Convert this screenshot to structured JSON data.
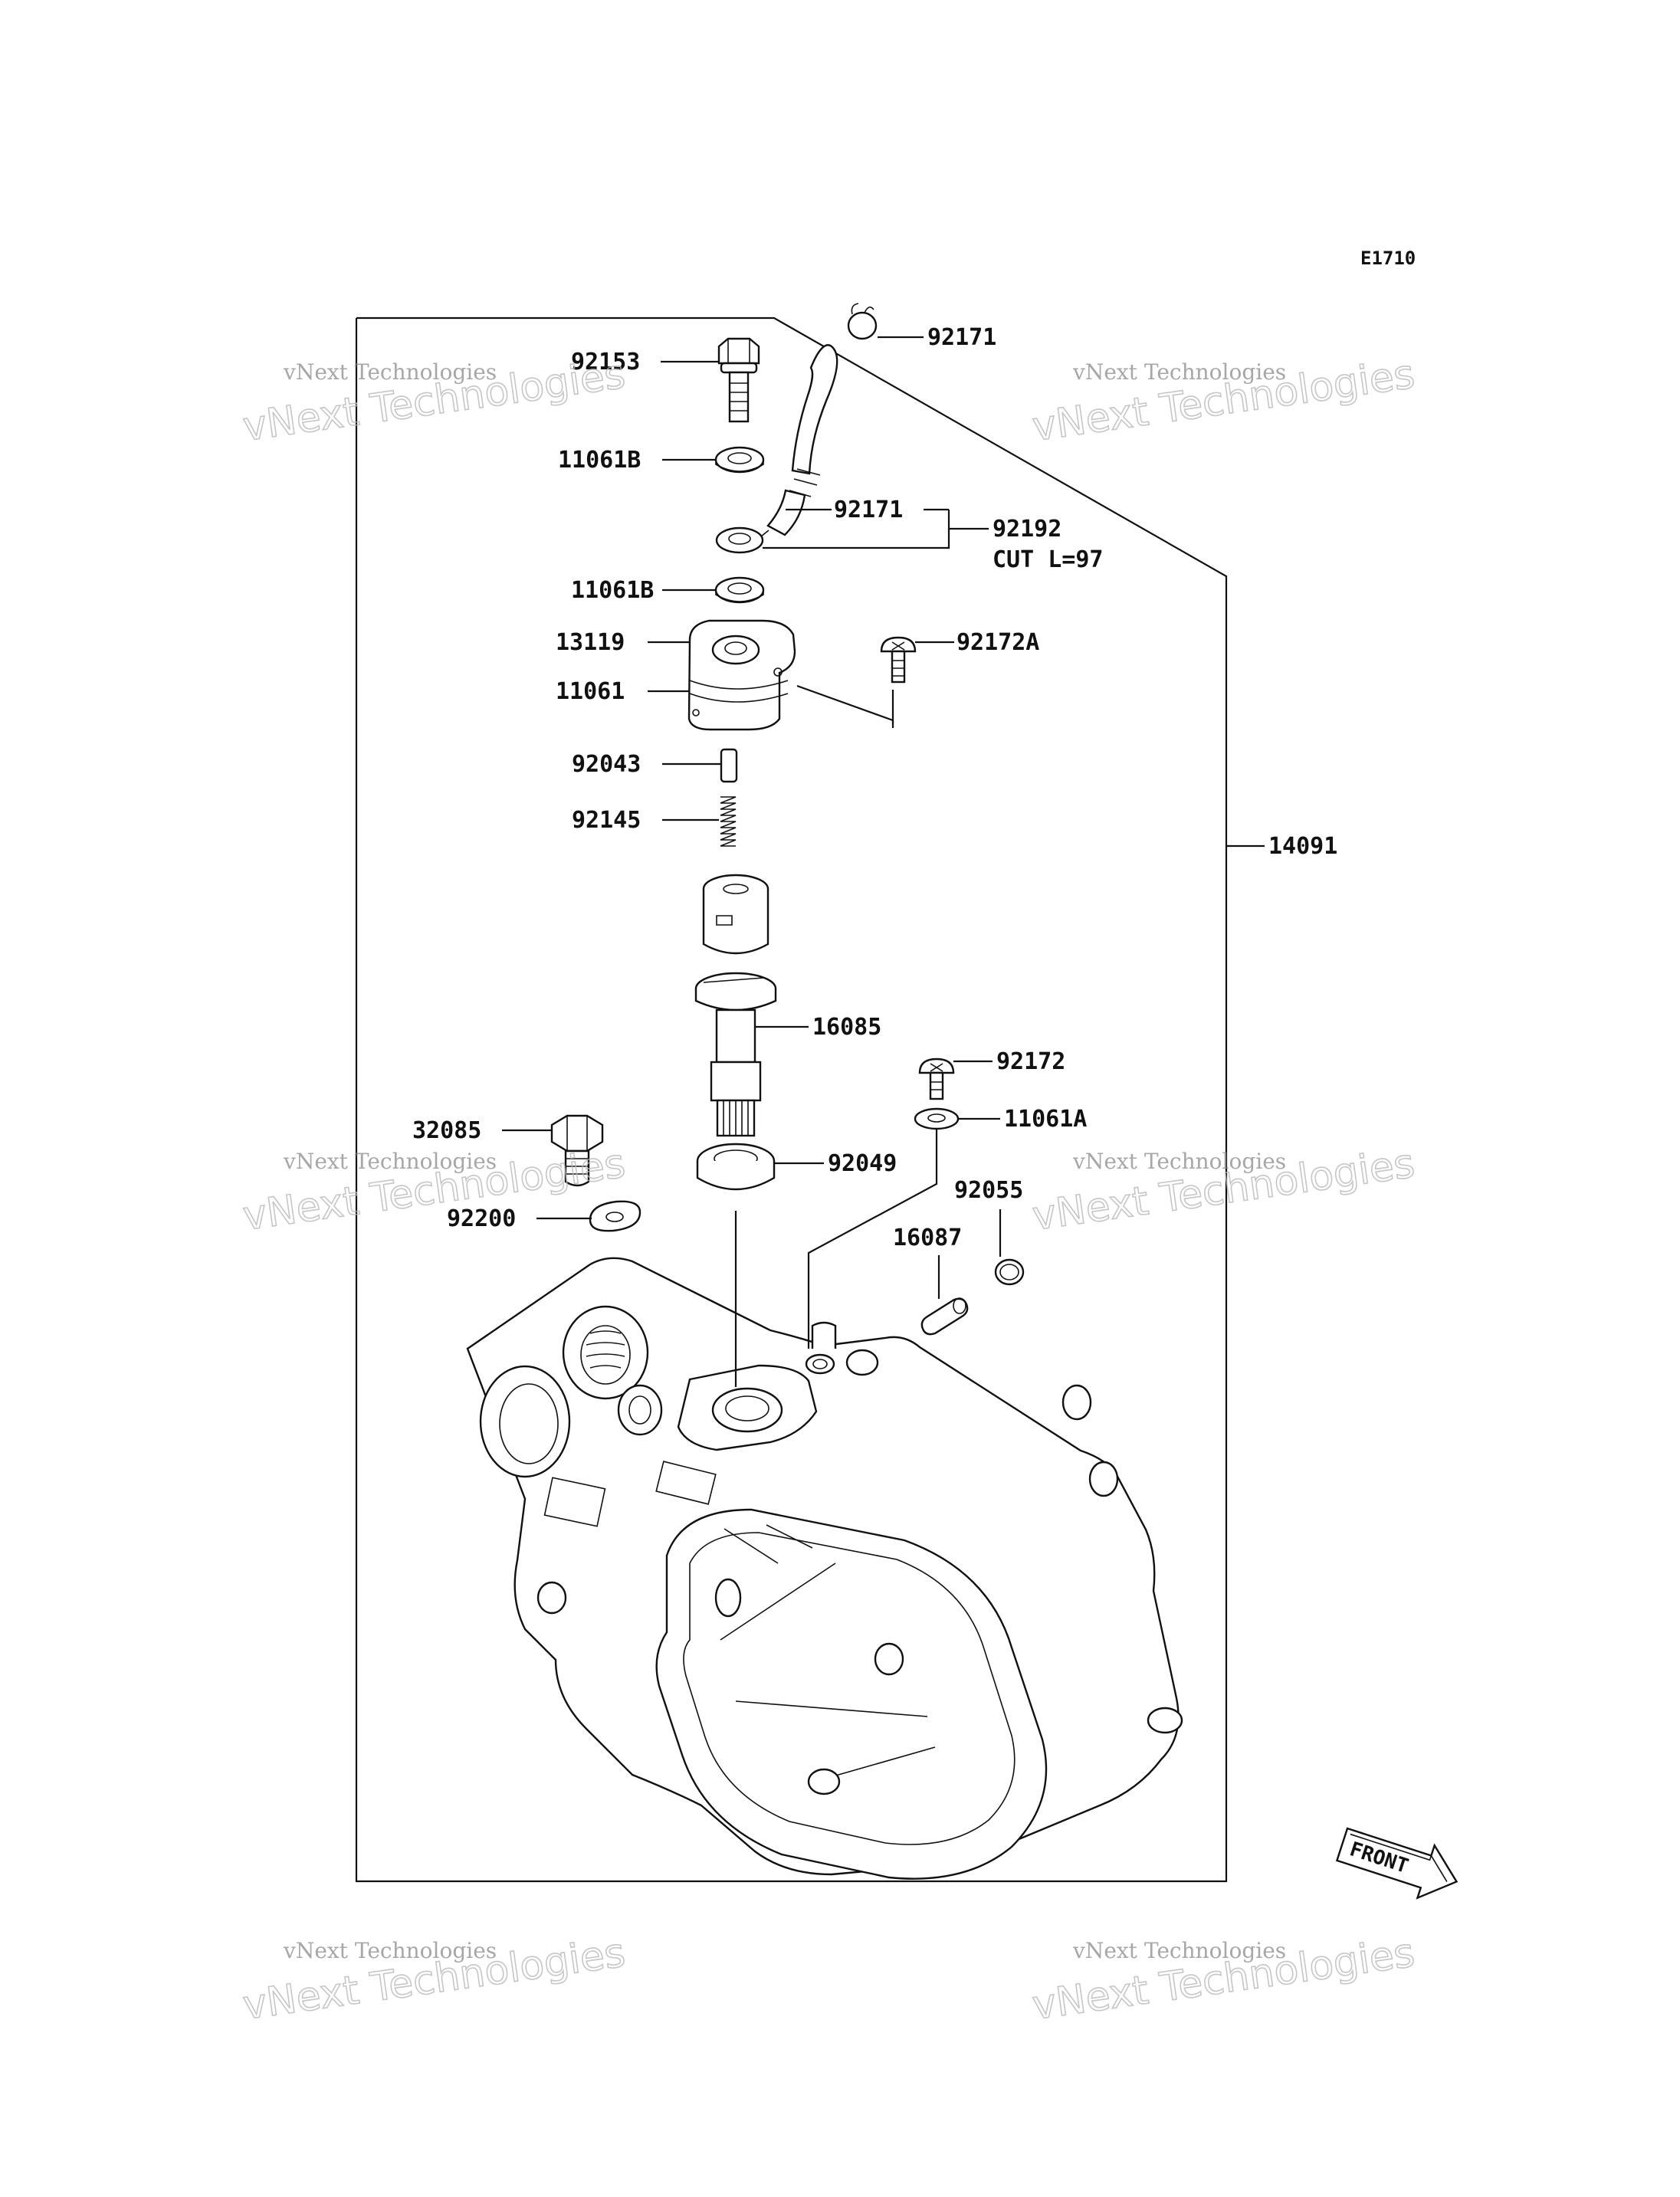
{
  "diagram_code": "E1710",
  "labels": {
    "p92153": "92153",
    "p92171_top": "92171",
    "p11061b_1": "11061B",
    "p92171_mid": "92171",
    "p92192": "92192",
    "cut_note": "CUT L=97",
    "p11061b_2": "11061B",
    "p13119": "13119",
    "p92172a": "92172A",
    "p11061": "11061",
    "p92043": "92043",
    "p92145": "92145",
    "p14091": "14091",
    "p16085": "16085",
    "p92172": "92172",
    "p32085": "32085",
    "p11061a": "11061A",
    "p92049": "92049",
    "p92055": "92055",
    "p92200": "92200",
    "p16087": "16087"
  },
  "front_arrow": "FRONT",
  "watermarks": [
    {
      "line1": "vNext Technologies",
      "line2": "vNext Technologies"
    },
    {
      "line1": "vNext Technologies",
      "line2": "vNext Technologies"
    },
    {
      "line1": "vNext Technologies",
      "line2": "vNext Technologies"
    },
    {
      "line1": "vNext Technologies",
      "line2": "vNext Technologies"
    },
    {
      "line1": "vNext Technologies",
      "line2": "vNext Technologies"
    },
    {
      "line1": "vNext Technologies",
      "line2": "vNext Technologies"
    }
  ]
}
